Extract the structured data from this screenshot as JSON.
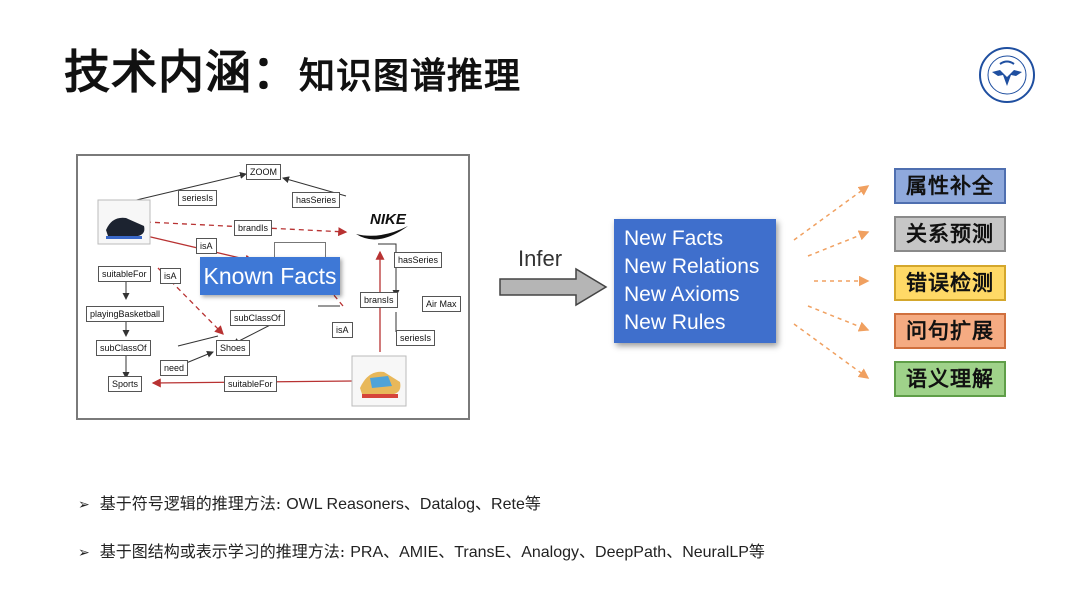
{
  "title": {
    "main": "技术内涵：",
    "sub": "知识图谱推理"
  },
  "logo": {
    "icon": "zju-emblem-icon"
  },
  "kg": {
    "nodes": {
      "zoom": "ZOOM",
      "seriesIs1": "seriesIs",
      "hasSeries1": "hasSeries",
      "brandIs": "brandIs",
      "isA1": "isA",
      "hasSeries2": "hasSeries",
      "suitableFor1": "suitableFor",
      "isA2": "isA",
      "bransIs": "bransIs",
      "airMax": "Air Max",
      "playingBasketball": "playingBasketball",
      "subClassOf1": "subClassOf",
      "isA3": "isA",
      "seriesIs2": "seriesIs",
      "subClassOf2": "subClassOf",
      "shoes": "Shoes",
      "need": "need",
      "sports": "Sports",
      "suitableFor2": "suitableFor"
    },
    "nike_logo": "NIKE",
    "known_facts": "Known Facts"
  },
  "infer": {
    "label": "Infer"
  },
  "new_items": [
    "New Facts",
    "New Relations",
    "New Axioms",
    "New Rules"
  ],
  "applications": [
    {
      "label": "属性补全",
      "bg": "#8fa9dc",
      "border": "#4f6fb0"
    },
    {
      "label": "关系预测",
      "bg": "#c6c6c6",
      "border": "#8a8a8a"
    },
    {
      "label": "错误检测",
      "bg": "#ffd966",
      "border": "#d4a72c"
    },
    {
      "label": "问句扩展",
      "bg": "#f5ab82",
      "border": "#d0703e"
    },
    {
      "label": "语义理解",
      "bg": "#9fd28a",
      "border": "#5f9e48"
    }
  ],
  "bullets": [
    {
      "cn": "基于符号逻辑的推理方法: ",
      "lat": "OWL Reasoners、Datalog、Rete",
      "tail": "等"
    },
    {
      "cn": "基于图结构或表示学习的推理方法: ",
      "lat": "PRA、AMIE、TransE、Analogy、DeepPath、NeuralLP",
      "tail": "等"
    }
  ],
  "colors": {
    "accent_blue": "#3f6fcc",
    "relation_red": "#b83232",
    "fan_orange": "#f0a060"
  }
}
